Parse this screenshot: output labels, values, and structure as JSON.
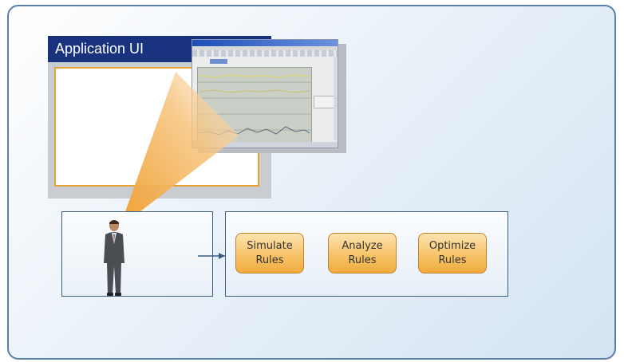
{
  "application_ui": {
    "title": "Application UI"
  },
  "rules": [
    {
      "line1": "Simulate",
      "line2": "Rules"
    },
    {
      "line1": "Analyze",
      "line2": "Rules"
    },
    {
      "line1": "Optimize",
      "line2": "Rules"
    }
  ],
  "colors": {
    "panel_border": "#5a7fa8",
    "title_bar": "#18327e",
    "canvas_border": "#e2a53a",
    "button_fill": "#f7c46a",
    "button_border": "#c0852c",
    "box_border": "#3d5d80",
    "beam": "#f0a030"
  },
  "icons": [
    "person-icon",
    "arrow-right-icon",
    "screenshot-thumbnail"
  ]
}
